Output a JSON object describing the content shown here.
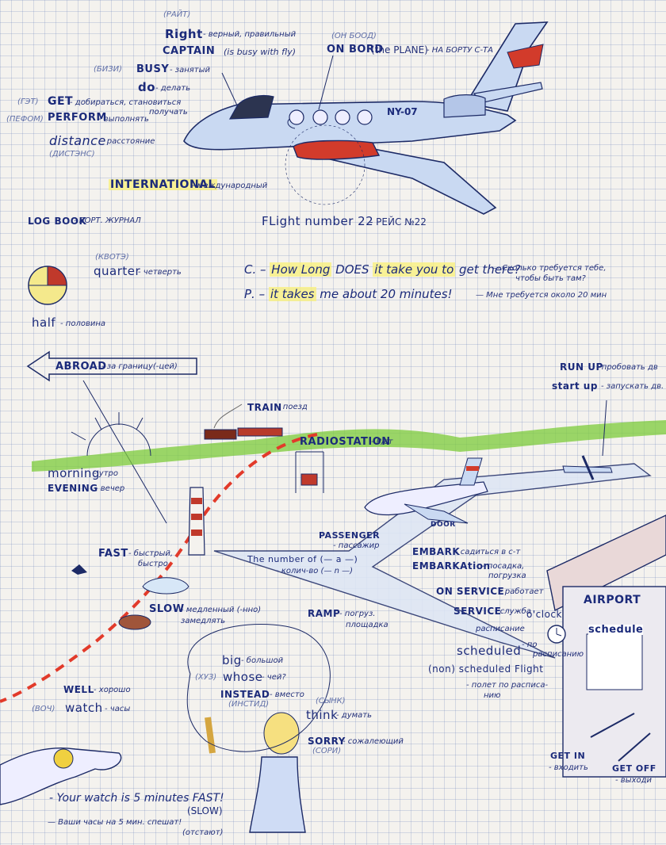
{
  "plane_section": {
    "right_tr": "(РАЙТ)",
    "right_en": "Right",
    "right_ru": "- верный, правильный",
    "captain_en": "CAPTAIN",
    "captain_note": "(is busy with fly)",
    "onboard_tr": "(ОН БООД)",
    "onboard_en": "ON BORD",
    "onboard_note": "(the PLANE)",
    "onboard_ru": "- НА БОРТУ С-ТА",
    "busy_tr": "(БИЗИ)",
    "busy_en": "BUSY",
    "busy_ru": "- занятый",
    "do_en": "do",
    "do_ru": "- делать",
    "get_tr": "(ГЭТ)",
    "get_en": "GET",
    "get_ru": "- добираться, становиться",
    "get_ru2": "получать",
    "perform_tr": "(ПЕФОМ)",
    "perform_en": "PERFORM",
    "perform_ru": "- выполнять",
    "distance_en": "distance",
    "distance_ru": "- расстояние",
    "distance_tr": "(ДИСТЭНС)",
    "international_en": "INTERNATIONAL",
    "international_ru": "- международный",
    "logbook_en": "LOG BOOK",
    "logbook_ru": "- БОРТ. ЖУРНАЛ",
    "flight_en": "FLight number 22",
    "flight_ru": "- РЕЙС №22",
    "plane_reg": "NY-07"
  },
  "fractions": {
    "quarter_tr": "(КВОТЭ)",
    "quarter_en": "quarter",
    "quarter_ru": "- четверть",
    "half_en": "half",
    "half_ru": "- половина"
  },
  "dialogue": {
    "c_prefix": "С. –",
    "c_hl1": "How Long",
    "c_mid": "DOES",
    "c_hl2": "it take you to",
    "c_end": "get there?",
    "c_ru": "— Сколько требуется тебе,",
    "c_ru2": "чтобы быть там?",
    "p_prefix": "Р. –",
    "p_hl": "it takes",
    "p_end": "me about 20 minutes!",
    "p_ru": "— Мне требуется около 20 мин"
  },
  "scene": {
    "abroad_en": "ABROAD",
    "abroad_ru": "- за границу(-цей)",
    "train_en": "TRAIN",
    "train_ru": "- поезд",
    "radio_en": "RADIOSTATION",
    "radio_ru": "- Р/ст",
    "runup_en": "RUN UP",
    "runup_ru": "- пробовать дв",
    "startup_en": "start up",
    "startup_ru": "- запускать дв.",
    "morning_en": "morning",
    "morning_ru": "- утро",
    "evening_en": "EVENING",
    "evening_ru": "- вечер",
    "passenger_en": "PASSENGER",
    "passenger_ru": "- пассажир",
    "door": "DOOR",
    "number_en": "The number of (— a —)",
    "number_ru": "- колич-во (— n —)",
    "embark_en": "EMBARK",
    "embark_ru": "- садиться в с-т",
    "embarkation_en": "EMBARKAtion",
    "embarkation_ru": "- посадка,",
    "embarkation_ru2": "погрузка",
    "fast_en": "FAST",
    "fast_ru": "- быстрый,",
    "fast_ru2": "быстро",
    "slow_en": "SLOW",
    "slow_ru": "- медленный (-нно)",
    "slow_ru2": "замедлять",
    "onservice_en": "ON SERVICE",
    "onservice_ru": "- работает",
    "service_en": "SERVICE",
    "service_ru": "- служба",
    "ramp_en": "RAMP",
    "ramp_ru": "- погруз.",
    "ramp_ru2": "площадка",
    "oclock": "o'clock",
    "raspisanie": "расписание",
    "airport_sign": "AIRPORT",
    "schedule_sign": "schedule",
    "scheduled_en": "scheduled",
    "scheduled_ru": "- по",
    "scheduled_ru2": "расписанию",
    "nonsched_en": "(non) scheduled Flight",
    "nonsched_ru": "- полет по расписа-",
    "nonsched_ru2": "нию",
    "getin_en": "GET IN",
    "getin_ru": "- входить",
    "getoff_en": "GET OFF",
    "getoff_ru": "- выходи"
  },
  "bottom": {
    "well_en": "WELL",
    "well_ru": "- хорошо",
    "watch_tr": "(ВОЧ)",
    "watch_en": "watch",
    "watch_ru": "- часы",
    "big_en": "big",
    "big_ru": "- большой",
    "whose_tr": "(ХУЗ)",
    "whose_en": "whose",
    "whose_ru": "- чей?",
    "instead_en": "INSTEAD",
    "instead_ru": "- вместо",
    "instead_tr": "(ИНСТИД)",
    "think_tr": "(СЫНК)",
    "think_en": "think",
    "think_ru": "- думать",
    "sorry_en": "SORRY",
    "sorry_ru": "- сожалеющий",
    "sorry_tr": "(СОРИ)",
    "sentence_en": "- Your watch is 5 minutes FAST!",
    "sentence_slow": "(SLOW)",
    "sentence_ru": "— Ваши часы на 5 мин. спешат!",
    "sentence_ru2": "(отстают)"
  },
  "colors": {
    "ink": "#1b2a7a",
    "highlight": "#f5ec70",
    "grass": "#7ccb3a",
    "plane_blue": "#c9d9f2",
    "plane_red": "#d23b2b",
    "dashed_path": "#e23a2a"
  }
}
